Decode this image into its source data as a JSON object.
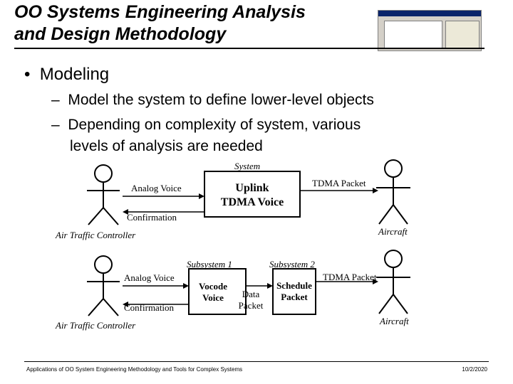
{
  "slide": {
    "title_line1": "OO Systems Engineering Analysis",
    "title_line2": "and Design Methodology",
    "bullet": "Modeling",
    "subbullets": [
      "Model the system to define lower-level objects",
      "Depending on complexity of system, various",
      "levels of analysis are needed"
    ]
  },
  "diagram_top": {
    "system_label": "System",
    "process_line1": "Uplink",
    "process_line2": "TDMA Voice",
    "analog_voice": "Analog Voice",
    "confirmation": "Confirmation",
    "tdma_packet": "TDMA Packet",
    "actor_left": "Air Traffic Controller",
    "actor_right": "Aircraft"
  },
  "diagram_bottom": {
    "subsystem1": "Subsystem 1",
    "subsystem2": "Subsystem 2",
    "analog_voice": "Analog Voice",
    "confirmation": "Confirmation",
    "vocode_line1": "Vocode",
    "vocode_line2": "Voice",
    "data_line1": "Data",
    "data_line2": "Packet",
    "schedule_line1": "Schedule",
    "schedule_line2": "Packet",
    "tdma_packet": "TDMA Packet",
    "actor_left": "Air Traffic Controller",
    "actor_right": "Aircraft"
  },
  "footer": {
    "left": "Applications of OO System Engineering Methodology and Tools for Complex Systems",
    "right": "10/2/2020"
  }
}
